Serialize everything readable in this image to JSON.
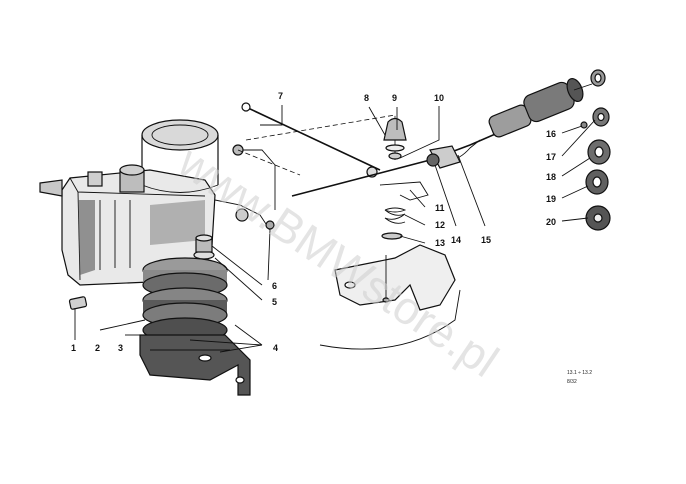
{
  "callouts": {
    "c1": "1",
    "c2": "2",
    "c3": "3",
    "c4": "4",
    "c5": "5",
    "c6": "6",
    "c7": "7",
    "c8": "8",
    "c9": "9",
    "c10": "10",
    "c11": "11",
    "c12": "12",
    "c13": "13",
    "c14": "14",
    "c15": "15",
    "c16": "16",
    "c17": "17",
    "c18": "18",
    "c19": "19",
    "c20": "20"
  },
  "reference": {
    "line1": "13.1 ÷ 13.2",
    "line2": "8/32"
  },
  "watermark": "www.BMWstore.pl"
}
